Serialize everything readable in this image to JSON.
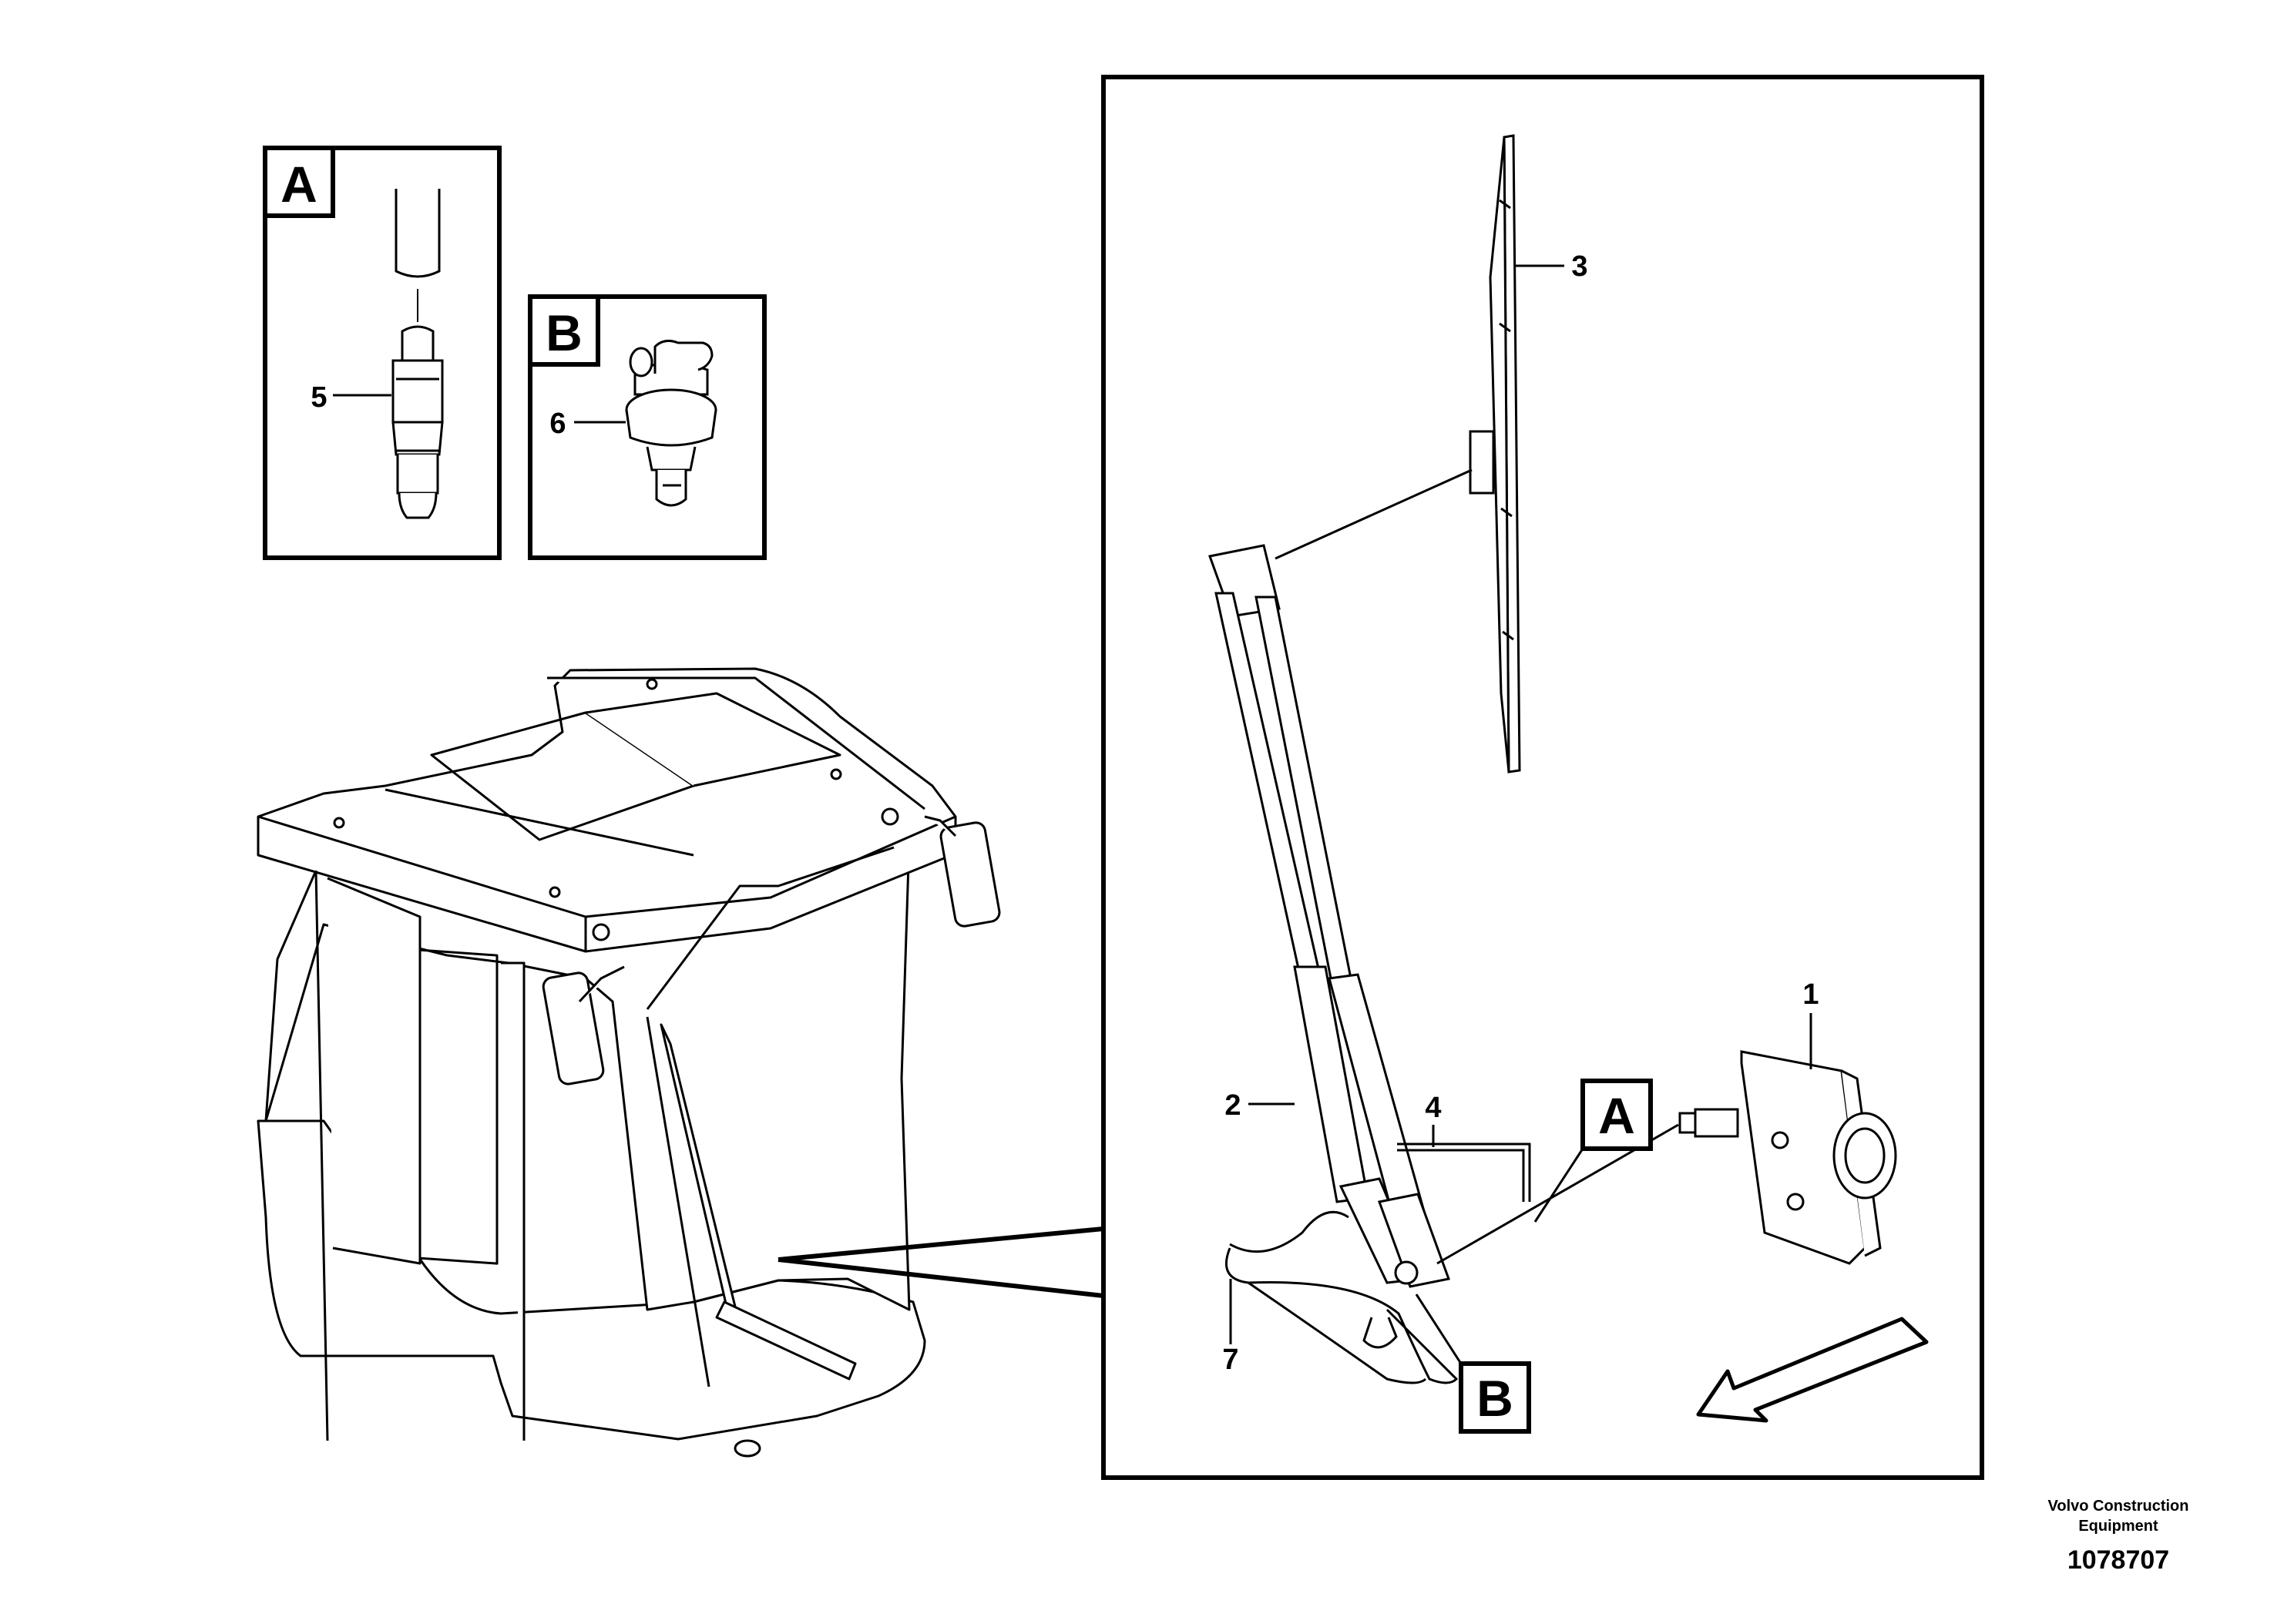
{
  "detail_a": {
    "label": "A",
    "part": "5"
  },
  "detail_b": {
    "label": "B",
    "part": "6"
  },
  "main": {
    "callouts": [
      "1",
      "2",
      "3",
      "4",
      "7"
    ],
    "ref_a": "A",
    "ref_b": "B"
  },
  "footer": {
    "org_line1": "Volvo Construction",
    "org_line2": "Equipment",
    "doc_number": "1078707"
  }
}
